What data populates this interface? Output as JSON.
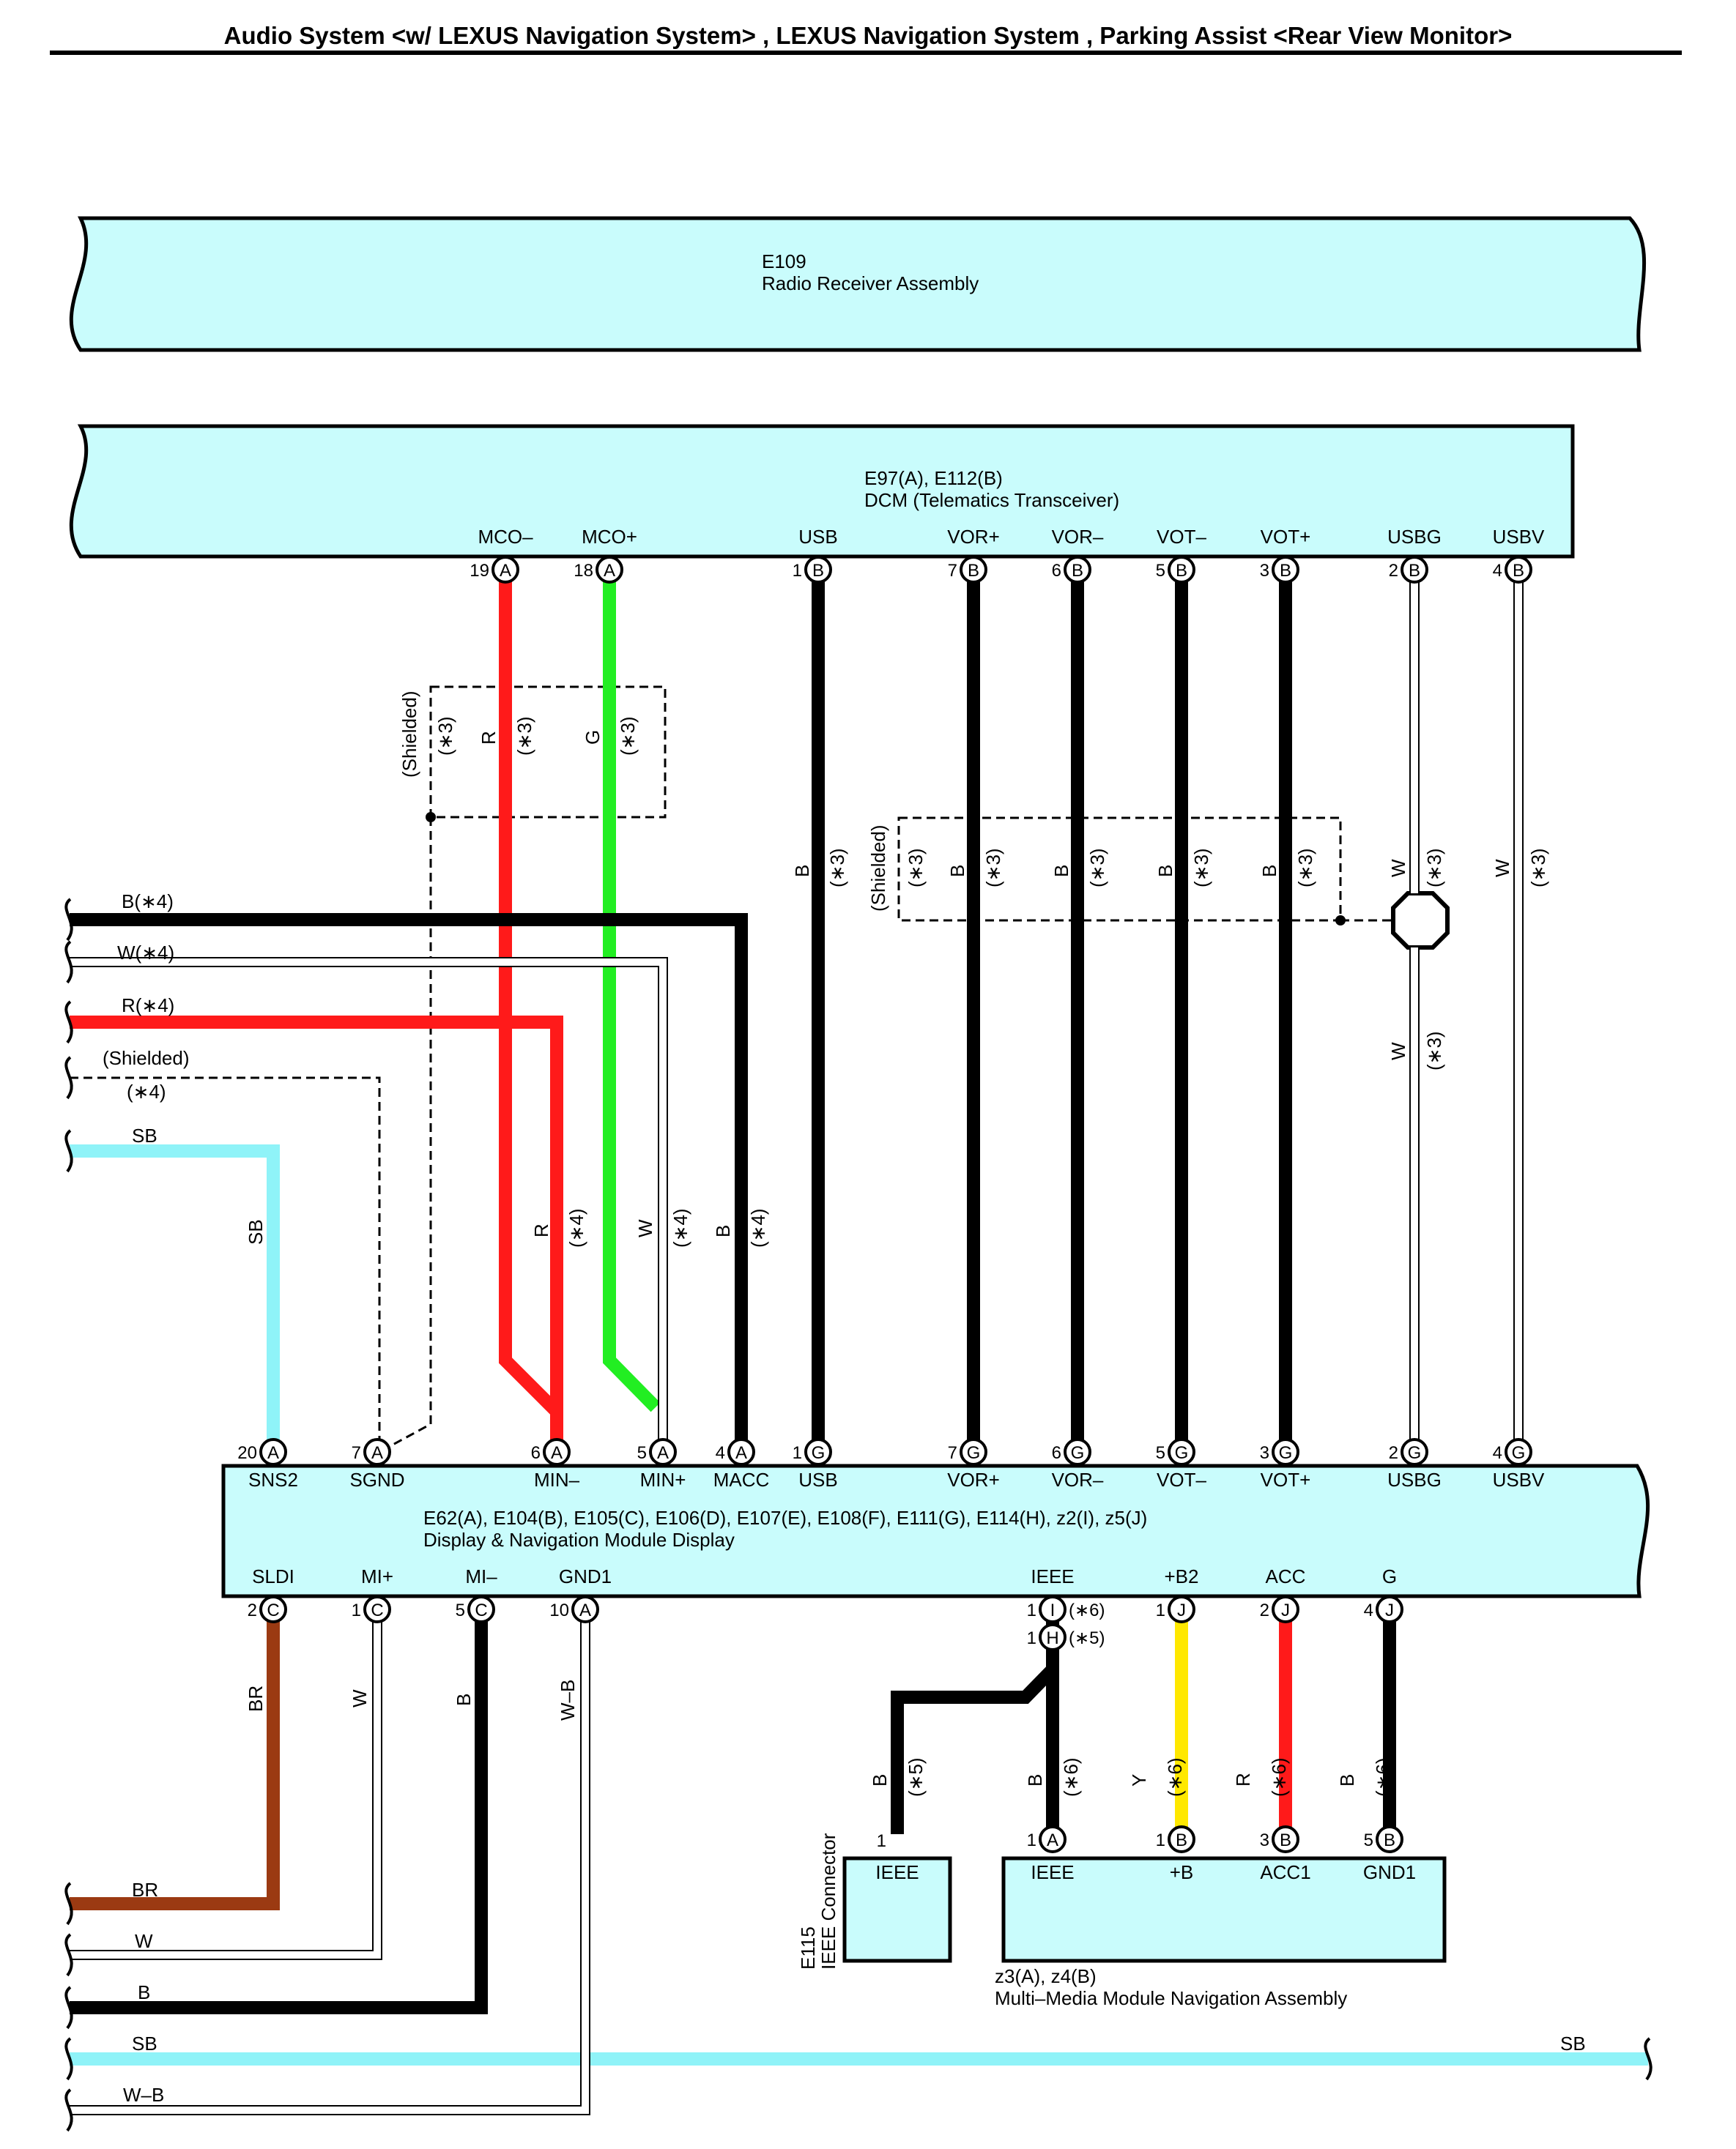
{
  "header": "Audio System <w/ LEXUS Navigation System> , LEXUS Navigation System , Parking Assist <Rear View Monitor>",
  "colors": {
    "black": "#000000",
    "red": "#ff1a1a",
    "green": "#22ee22",
    "brown": "#9b3a12",
    "yellow": "#ffe800",
    "skyblue": "#8ff3f8",
    "box_fill": "#c9fcfc",
    "white_wire": "#888888"
  },
  "components": {
    "e109": {
      "code": "E109",
      "name": "Radio Receiver Assembly"
    },
    "dcm": {
      "code": "E97(A), E112(B)",
      "name": "DCM (Telematics Transceiver)",
      "pins": [
        {
          "name": "MCO–",
          "num": "19",
          "conn": "A"
        },
        {
          "name": "MCO+",
          "num": "18",
          "conn": "A"
        },
        {
          "name": "USB",
          "num": "1",
          "conn": "B"
        },
        {
          "name": "VOR+",
          "num": "7",
          "conn": "B"
        },
        {
          "name": "VOR–",
          "num": "6",
          "conn": "B"
        },
        {
          "name": "VOT–",
          "num": "5",
          "conn": "B"
        },
        {
          "name": "VOT+",
          "num": "3",
          "conn": "B"
        },
        {
          "name": "USBG",
          "num": "2",
          "conn": "B"
        },
        {
          "name": "USBV",
          "num": "4",
          "conn": "B"
        }
      ]
    },
    "display": {
      "code": "E62(A), E104(B), E105(C), E106(D), E107(E), E108(F), E111(G), E114(H), z2(I), z5(J)",
      "name": "Display & Navigation Module Display",
      "top_pins": [
        {
          "name": "SNS2",
          "num": "20",
          "conn": "A"
        },
        {
          "name": "SGND",
          "num": "7",
          "conn": "A"
        },
        {
          "name": "MIN–",
          "num": "6",
          "conn": "A"
        },
        {
          "name": "MIN+",
          "num": "5",
          "conn": "A"
        },
        {
          "name": "MACC",
          "num": "4",
          "conn": "A"
        },
        {
          "name": "USB",
          "num": "1",
          "conn": "G"
        },
        {
          "name": "VOR+",
          "num": "7",
          "conn": "G"
        },
        {
          "name": "VOR–",
          "num": "6",
          "conn": "G"
        },
        {
          "name": "VOT–",
          "num": "5",
          "conn": "G"
        },
        {
          "name": "VOT+",
          "num": "3",
          "conn": "G"
        },
        {
          "name": "USBG",
          "num": "2",
          "conn": "G"
        },
        {
          "name": "USBV",
          "num": "4",
          "conn": "G"
        }
      ],
      "bottom_pins": [
        {
          "name": "SLDI",
          "num": "2",
          "conn": "C"
        },
        {
          "name": "MI+",
          "num": "1",
          "conn": "C"
        },
        {
          "name": "MI–",
          "num": "5",
          "conn": "C"
        },
        {
          "name": "GND1",
          "num": "10",
          "conn": "A"
        },
        {
          "name": "IEEE",
          "num": "1",
          "conn": "I",
          "note": "(∗6)",
          "num2": "1",
          "conn2": "H",
          "note2": "(∗5)"
        },
        {
          "name": "+B2",
          "num": "1",
          "conn": "J"
        },
        {
          "name": "ACC",
          "num": "2",
          "conn": "J"
        },
        {
          "name": "G",
          "num": "4",
          "conn": "J"
        }
      ]
    },
    "ieee_connector": {
      "code": "E115",
      "name": "IEEE Connector",
      "pin_num": "1",
      "pin_name": "IEEE"
    },
    "multimedia": {
      "code": "z3(A), z4(B)",
      "name": "Multi–Media Module Navigation Assembly",
      "pins": [
        {
          "name": "IEEE",
          "num": "1",
          "conn": "A"
        },
        {
          "name": "+B",
          "num": "1",
          "conn": "B"
        },
        {
          "name": "ACC1",
          "num": "3",
          "conn": "B"
        },
        {
          "name": "GND1",
          "num": "5",
          "conn": "B"
        }
      ]
    }
  },
  "labels": {
    "shielded": "(Shielded)",
    "n3": "(∗3)",
    "n4": "(∗4)",
    "n5": "(∗5)",
    "n6": "(∗6)",
    "R": "R",
    "G": "G",
    "B": "B",
    "W": "W",
    "SB": "SB",
    "BR": "BR",
    "Y": "Y",
    "WB": "W–B",
    "left_B4": "B(∗4)",
    "left_W4": "W(∗4)",
    "left_R4": "R(∗4)"
  }
}
